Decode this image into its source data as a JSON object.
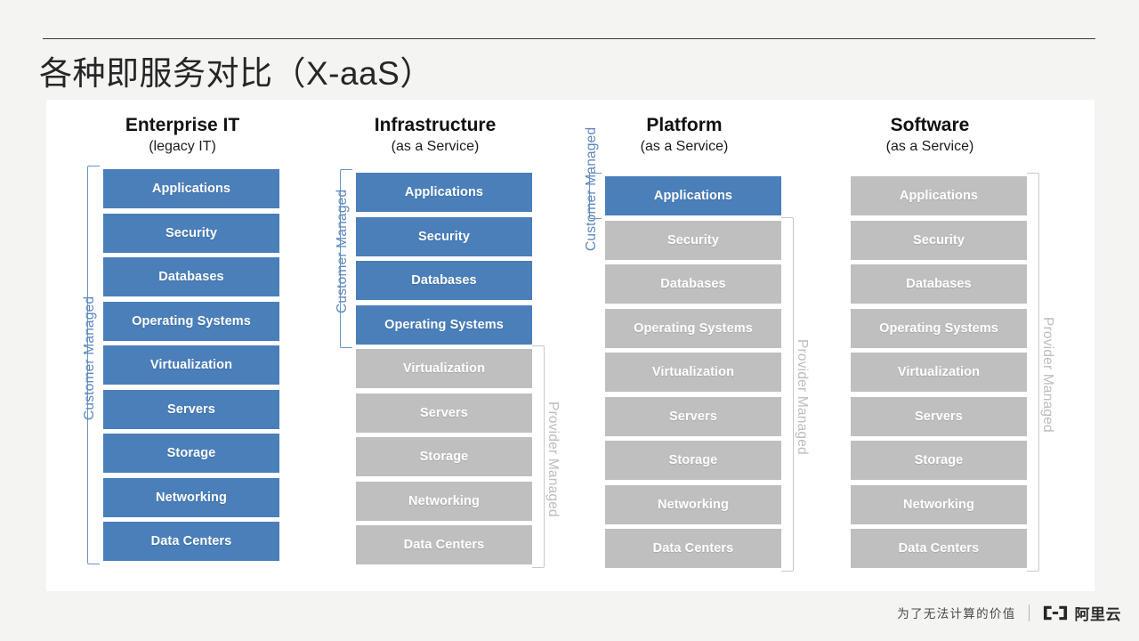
{
  "page": {
    "title": "各种即服务对比（X-aaS）",
    "background_color": "#f4f4f2",
    "card_color": "#ffffff"
  },
  "colors": {
    "customer_managed": "#4a7fba",
    "provider_managed": "#bfbfbf",
    "bracket_blue": "#6b95c4",
    "bracket_gray": "#c8c8c8",
    "title_text": "#262626"
  },
  "layer_names": [
    "Applications",
    "Security",
    "Databases",
    "Operating Systems",
    "Virtualization",
    "Servers",
    "Storage",
    "Networking",
    "Data Centers"
  ],
  "labels": {
    "customer_managed": "Customer Managed",
    "provider_managed": "Provider Managed"
  },
  "columns": [
    {
      "id": "enterprise-it",
      "title": "Enterprise IT",
      "subtitle": "(legacy IT)",
      "customer_managed_count": 9,
      "layers": [
        {
          "label": "Applications",
          "owner": "customer"
        },
        {
          "label": "Security",
          "owner": "customer"
        },
        {
          "label": "Databases",
          "owner": "customer"
        },
        {
          "label": "Operating Systems",
          "owner": "customer"
        },
        {
          "label": "Virtualization",
          "owner": "customer"
        },
        {
          "label": "Servers",
          "owner": "customer"
        },
        {
          "label": "Storage",
          "owner": "customer"
        },
        {
          "label": "Networking",
          "owner": "customer"
        },
        {
          "label": "Data Centers",
          "owner": "customer"
        }
      ]
    },
    {
      "id": "infrastructure-as-a-service",
      "title": "Infrastructure",
      "subtitle": "(as a Service)",
      "customer_managed_count": 4,
      "layers": [
        {
          "label": "Applications",
          "owner": "customer"
        },
        {
          "label": "Security",
          "owner": "customer"
        },
        {
          "label": "Databases",
          "owner": "customer"
        },
        {
          "label": "Operating Systems",
          "owner": "customer"
        },
        {
          "label": "Virtualization",
          "owner": "provider"
        },
        {
          "label": "Servers",
          "owner": "provider"
        },
        {
          "label": "Storage",
          "owner": "provider"
        },
        {
          "label": "Networking",
          "owner": "provider"
        },
        {
          "label": "Data Centers",
          "owner": "provider"
        }
      ]
    },
    {
      "id": "platform-as-a-service",
      "title": "Platform",
      "subtitle": "(as a Service)",
      "customer_managed_count": 1,
      "layers": [
        {
          "label": "Applications",
          "owner": "customer"
        },
        {
          "label": "Security",
          "owner": "provider"
        },
        {
          "label": "Databases",
          "owner": "provider"
        },
        {
          "label": "Operating Systems",
          "owner": "provider"
        },
        {
          "label": "Virtualization",
          "owner": "provider"
        },
        {
          "label": "Servers",
          "owner": "provider"
        },
        {
          "label": "Storage",
          "owner": "provider"
        },
        {
          "label": "Networking",
          "owner": "provider"
        },
        {
          "label": "Data Centers",
          "owner": "provider"
        }
      ]
    },
    {
      "id": "software-as-a-service",
      "title": "Software",
      "subtitle": "(as a Service)",
      "customer_managed_count": 0,
      "layers": [
        {
          "label": "Applications",
          "owner": "provider"
        },
        {
          "label": "Security",
          "owner": "provider"
        },
        {
          "label": "Databases",
          "owner": "provider"
        },
        {
          "label": "Operating Systems",
          "owner": "provider"
        },
        {
          "label": "Virtualization",
          "owner": "provider"
        },
        {
          "label": "Servers",
          "owner": "provider"
        },
        {
          "label": "Storage",
          "owner": "provider"
        },
        {
          "label": "Networking",
          "owner": "provider"
        },
        {
          "label": "Data Centers",
          "owner": "provider"
        }
      ]
    }
  ],
  "footer": {
    "slogan": "为了无法计算的价值",
    "brand": "阿里云",
    "logo_icon": "alibaba-cloud-logo-icon"
  }
}
